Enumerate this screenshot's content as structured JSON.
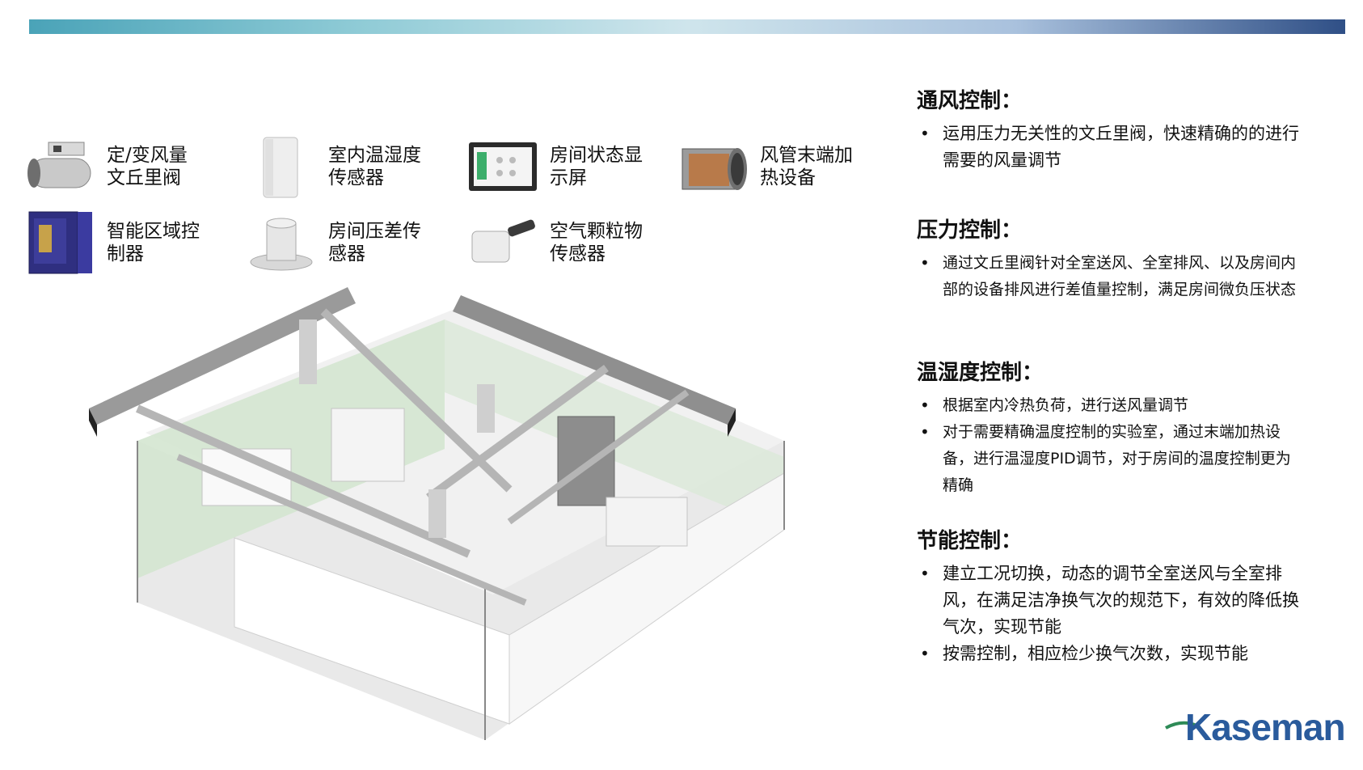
{
  "devices": [
    {
      "id": "venturi-valve",
      "label": "定/变风量\n文丘里阀",
      "icon": "venturi-valve-icon"
    },
    {
      "id": "temp-humidity-sensor",
      "label": "室内温湿度\n传感器",
      "icon": "temp-humidity-sensor-icon"
    },
    {
      "id": "room-status-display",
      "label": "房间状态显\n示屏",
      "icon": "room-status-display-icon"
    },
    {
      "id": "duct-heater",
      "label": "风管末端加\n热设备",
      "icon": "duct-heater-icon"
    },
    {
      "id": "zone-controller",
      "label": "智能区域控\n制器",
      "icon": "zone-controller-icon"
    },
    {
      "id": "pressure-sensor",
      "label": "房间压差传\n感器",
      "icon": "pressure-sensor-icon"
    },
    {
      "id": "particle-sensor",
      "label": "空气颗粒物\n传感器",
      "icon": "particle-sensor-icon"
    }
  ],
  "sections": [
    {
      "title": "通风控制：",
      "items": [
        "运用压力无关性的文丘里阀，快速精确的的进行需要的风量调节"
      ]
    },
    {
      "title": "压力控制：",
      "items": [
        "通过文丘里阀针对全室送风、全室排风、以及房间内部的设备排风进行差值量控制，满足房间微负压状态"
      ]
    },
    {
      "title": "温湿度控制：",
      "items": [
        "根据室内冷热负荷，进行送风量调节",
        "对于需要精确温度控制的实验室，通过末端加热设备，进行温湿度PID调节，对于房间的温度控制更为精确"
      ]
    },
    {
      "title": "节能控制：",
      "items": [
        "建立工况切换，动态的调节全室送风与全室排风，在满足洁净换气次的规范下，有效的降低换气次，实现节能",
        "按需控制，相应检少换气次数，实现节能"
      ]
    }
  ],
  "logo": {
    "text": "Kaseman",
    "color": "#2a5b9c"
  },
  "colors": {
    "topbar_start": "#4aa3b8",
    "topbar_end": "#2f4f86",
    "wall_green": "#cfe3cc",
    "duct_gray": "#9a9a9a"
  }
}
